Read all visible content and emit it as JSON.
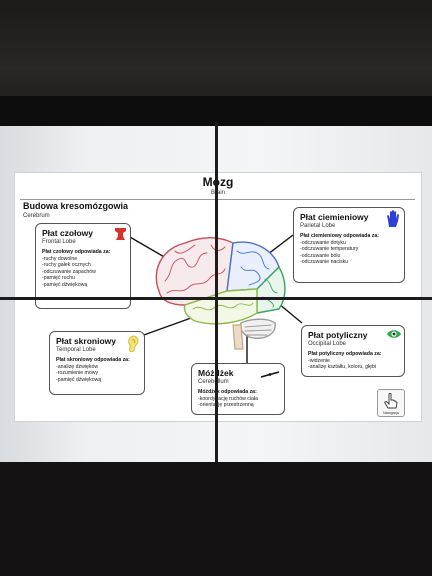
{
  "title": "Mózg",
  "subtitle": "Brain",
  "section": {
    "title": "Budowa kresomózgowia",
    "subtitle": "Cerebrum"
  },
  "lobes": {
    "frontal": {
      "title": "Płat czołowy",
      "subtitle": "Frontal Lobe",
      "responsible": "Płat czołowy odpowiada za:",
      "items": [
        "-ruchy dowolne",
        "-ruchy gałek ocznych",
        "-odczuwanie zapachów",
        "-pamięć ruchu",
        "-pamięć dźwiękową"
      ],
      "icon": "brain-figure-icon",
      "icon_color": "#d8322a"
    },
    "parietal": {
      "title": "Płat ciemieniowy",
      "subtitle": "Parietal Lobe",
      "responsible": "Płat ciemieniowy odpowiada za:",
      "items": [
        "-odczuwanie dotyku",
        "-odczuwanie temperatury",
        "-odczuwanie bólu",
        "-odczuwanie nacisku"
      ],
      "icon": "hand-icon",
      "icon_color": "#2d3fd6"
    },
    "temporal": {
      "title": "Płat skroniowy",
      "subtitle": "Temporal Lobe",
      "responsible": "Płat skroniowy odpowiada za:",
      "items": [
        "-analizę dźwięków",
        "-rozumienie mowy",
        "-pamięć dźwiękową"
      ],
      "icon": "ear-icon",
      "icon_color": "#e8d24a"
    },
    "occipital": {
      "title": "Płat potyliczny",
      "subtitle": "Occipital Lobe",
      "responsible": "Płat potyliczny odpowiada za:",
      "items": [
        "-widzenie",
        "-analizę kształtu, koloru, głębi"
      ],
      "icon": "eye-icon",
      "icon_color": "#2aa84a"
    },
    "cerebellum": {
      "title": "Móżdżek",
      "subtitle": "Cerebellum",
      "responsible": "Móżdżek odpowiada za:",
      "items": [
        "-koordynację ruchów ciała",
        "-orientację przestrzenną"
      ],
      "icon": "balance-icon",
      "icon_color": "#111111"
    }
  },
  "nav_button": {
    "label": "Nawigacja",
    "icon": "pointer-hand-icon"
  },
  "colors": {
    "frontal": "#c94d5a",
    "parietal": "#4a6fd1",
    "temporal": "#8fb84a",
    "occipital": "#3aa35a",
    "cerebellum": "#9a9a9a",
    "stem": "#c9a37a"
  }
}
